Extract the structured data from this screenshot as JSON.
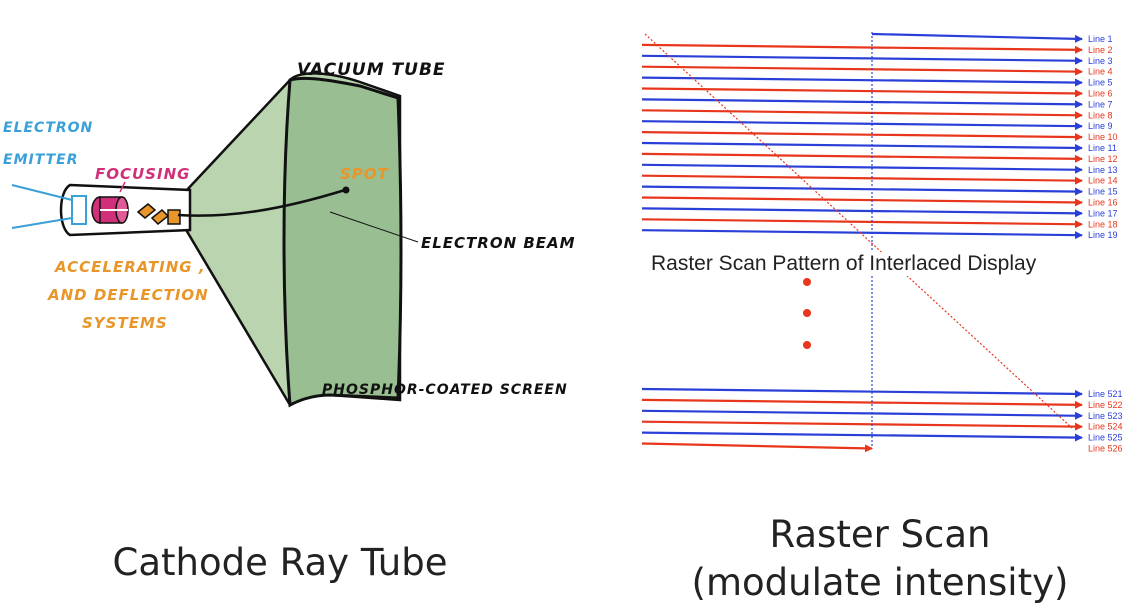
{
  "crt": {
    "labels": {
      "vacuum_tube": "VACUUM TUBE",
      "electron_emitter_1": "ELECTRON",
      "electron_emitter_2": "EMITTER",
      "focusing": "FOCUSING",
      "spot": "SPOT",
      "electron_beam": "ELECTRON BEAM",
      "accelerating_1": "ACCELERATING ,",
      "accelerating_2": "AND DEFLECTION",
      "accelerating_3": "SYSTEMS",
      "phosphor_screen": "PHOSPHOR-COATED SCREEN"
    },
    "colors": {
      "emitter": "#3aa0d8",
      "focusing": "#d0307a",
      "spot": "#e8962a",
      "accelerating": "#e8962a",
      "screen_fill": "#a8c8a0",
      "outline": "#111111"
    },
    "caption": "Cathode Ray Tube"
  },
  "raster": {
    "title": "Raster Scan Pattern of Interlaced Display",
    "top_lines": [
      "Line 1",
      "Line 2",
      "Line 3",
      "Line 4",
      "Line 5",
      "Line 6",
      "Line 7",
      "Line 8",
      "Line 9",
      "Line 10",
      "Line 11",
      "Line 12",
      "Line 13",
      "Line 14",
      "Line 15",
      "Line 16",
      "Line 17",
      "Line 18",
      "Line 19"
    ],
    "bottom_lines": [
      "Line 521",
      "Line 522",
      "Line 523",
      "Line 524",
      "Line 525",
      "Line 526"
    ],
    "colors": {
      "odd": "#2a3fd8",
      "even": "#e8361c",
      "dot": "#e8361c"
    },
    "caption_1": "Raster Scan",
    "caption_2": "(modulate intensity)"
  }
}
